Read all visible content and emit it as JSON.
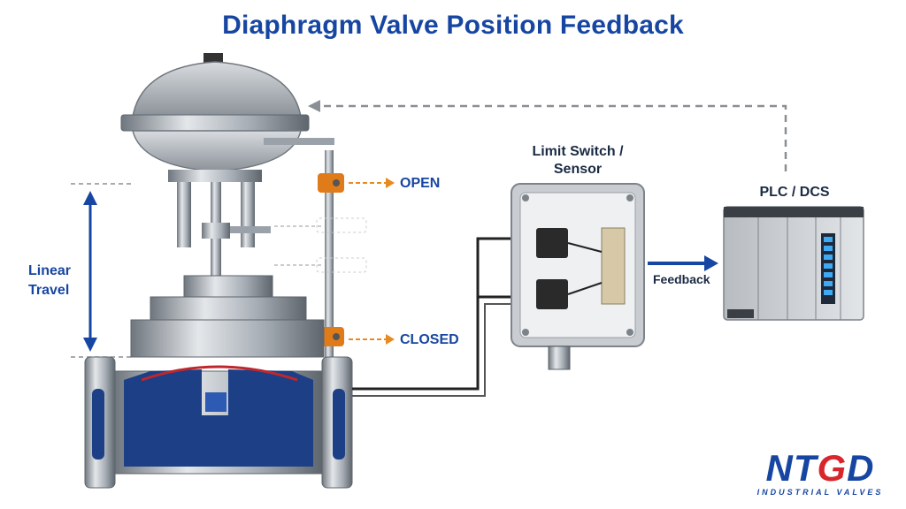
{
  "title": "Diaphragm Valve Position Feedback",
  "labels": {
    "linear_travel": "Linear\nTravel",
    "open": "OPEN",
    "closed": "CLOSED",
    "limit_switch": "Limit Switch /\nSensor",
    "plc": "PLC / DCS",
    "feedback": "Feedback"
  },
  "logo": {
    "main_left": "NT",
    "main_mid": "G",
    "main_right": "D",
    "sub": "INDUSTRIAL VALVES"
  },
  "colors": {
    "accent_blue": "#1746a2",
    "arrow_orange": "#e88a22",
    "valve_steel": "#a9b0b8",
    "body_blue": "#1c3f86",
    "dashed_gray": "#8a8f95"
  },
  "icons": [
    "valve-icon",
    "actuator-icon",
    "limit-switch-box-icon",
    "plc-rack-icon",
    "cable-icon"
  ]
}
